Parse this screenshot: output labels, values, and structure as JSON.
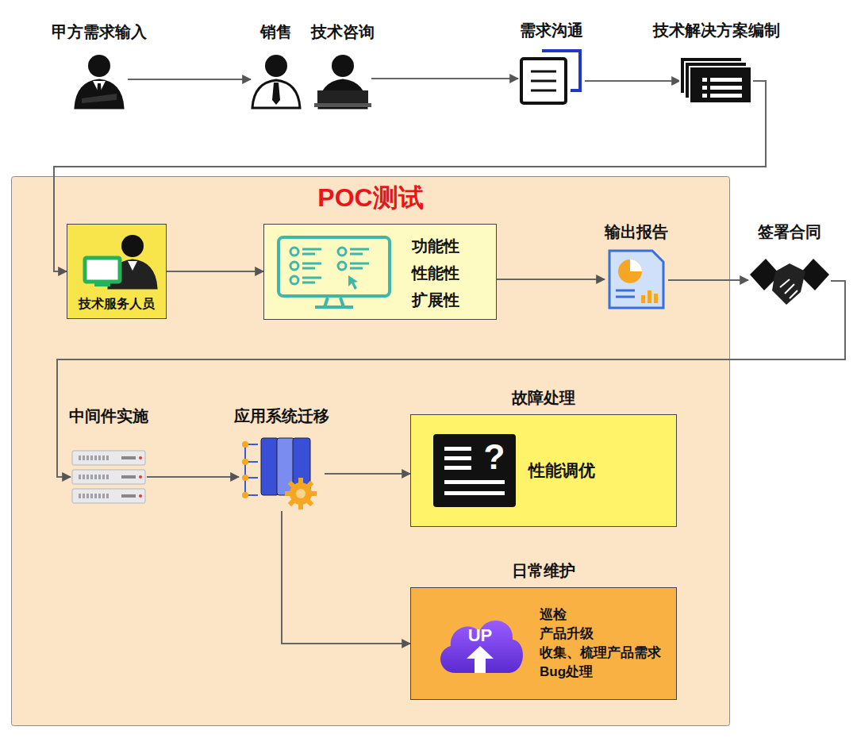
{
  "diagram": {
    "nodes": [
      {
        "text": [
          "甲方需求输入"
        ]
      },
      {
        "text": [
          "销售"
        ]
      },
      {
        "text": [
          "技术咨询"
        ]
      },
      {
        "text": [
          "需求沟通"
        ]
      },
      {
        "text": [
          "技术解决方案编制"
        ]
      },
      {
        "text": [
          "POC测试"
        ]
      },
      {
        "text": [
          "技术服务人员"
        ],
        "in": 5
      },
      {
        "text": [
          "功能性",
          "性能性",
          "扩展性"
        ],
        "in": 5
      },
      {
        "text": [
          "输出报告"
        ],
        "in": 5
      },
      {
        "text": [
          "签署合同"
        ]
      },
      {
        "text": [
          "中间件实施"
        ],
        "in": 5
      },
      {
        "text": [
          "应用系统迁移"
        ],
        "in": 5
      },
      {
        "text": [
          "故障处理",
          "性能调优"
        ],
        "in": 5
      },
      {
        "text": [
          "日常维护",
          "巡检",
          "产品升级",
          "收集、梳理产品需求",
          "Bug处理"
        ],
        "in": 5
      }
    ],
    "edges": [
      {
        "from": 0,
        "to": 1,
        "arrow": "to"
      },
      {
        "from": 2,
        "to": 3,
        "arrow": "to"
      },
      {
        "from": 3,
        "to": 4,
        "arrow": "to"
      },
      {
        "from": 4,
        "to": 6,
        "arrow": "to"
      },
      {
        "from": 6,
        "to": 7,
        "arrow": "to"
      },
      {
        "from": 7,
        "to": 8,
        "arrow": "to"
      },
      {
        "from": 8,
        "to": 9,
        "arrow": "to"
      },
      {
        "from": 9,
        "to": 10,
        "arrow": "to"
      },
      {
        "from": 10,
        "to": 11,
        "arrow": "to"
      },
      {
        "from": 11,
        "to": 12,
        "arrow": "to"
      },
      {
        "from": 11,
        "to": 13,
        "arrow": "to"
      }
    ],
    "labels": [
      "?",
      "UP"
    ]
  }
}
